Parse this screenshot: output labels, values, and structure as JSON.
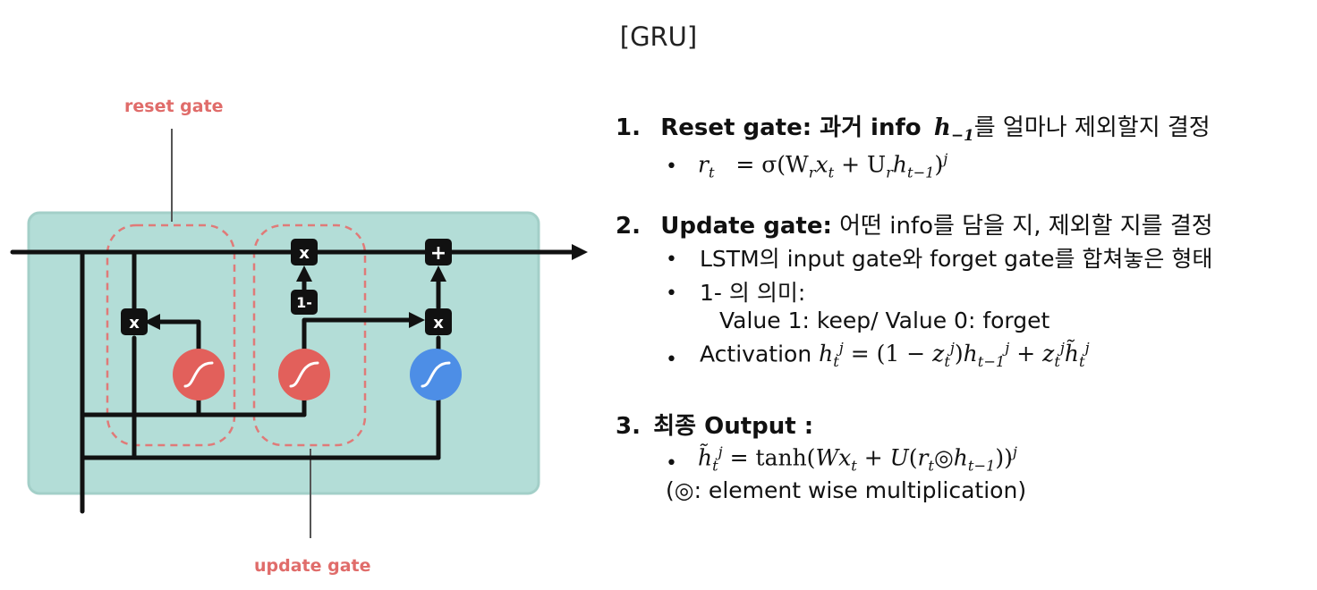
{
  "title": "[GRU]",
  "diagram": {
    "reset_gate_label": "reset gate",
    "update_gate_label": "update gate",
    "op_multiply": "x",
    "op_add": "+",
    "op_one_minus": "1-",
    "colors": {
      "cell_bg": "#b3ddd7",
      "cell_border": "#a3cfc8",
      "sigmoid": "#e2605b",
      "tanh": "#4d8ee6",
      "gate_dash": "#e07a78",
      "label": "#e06c6a"
    }
  },
  "sections": [
    {
      "number": "1.",
      "heading_bold": "Reset gate: 과거 info",
      "heading_math": "h",
      "heading_math_sub": "−1",
      "heading_rest": "를 얼마나 제외할지 결정",
      "formula_lhs": "r",
      "formula_lhs_sub": "t",
      "formula_rhs": "= σ(W",
      "formula_parts": [
        "r",
        "x",
        "t",
        "+ U",
        "r",
        "h",
        "t−1",
        ")",
        "j"
      ]
    },
    {
      "number": "2.",
      "heading_bold": "Update gate:",
      "heading_rest": " 어떤 info를 담을 지, 제외할 지를 결정",
      "bullets": [
        "LSTM의 input gate와 forget gate를 합쳐놓은 형태",
        "1- 의 의미:",
        "Value 1: keep/ Value 0: forget",
        "Activation"
      ]
    },
    {
      "number": "3.",
      "heading_bold": "최종 Output :",
      "note": "(◎: element wise multiplication)"
    }
  ]
}
